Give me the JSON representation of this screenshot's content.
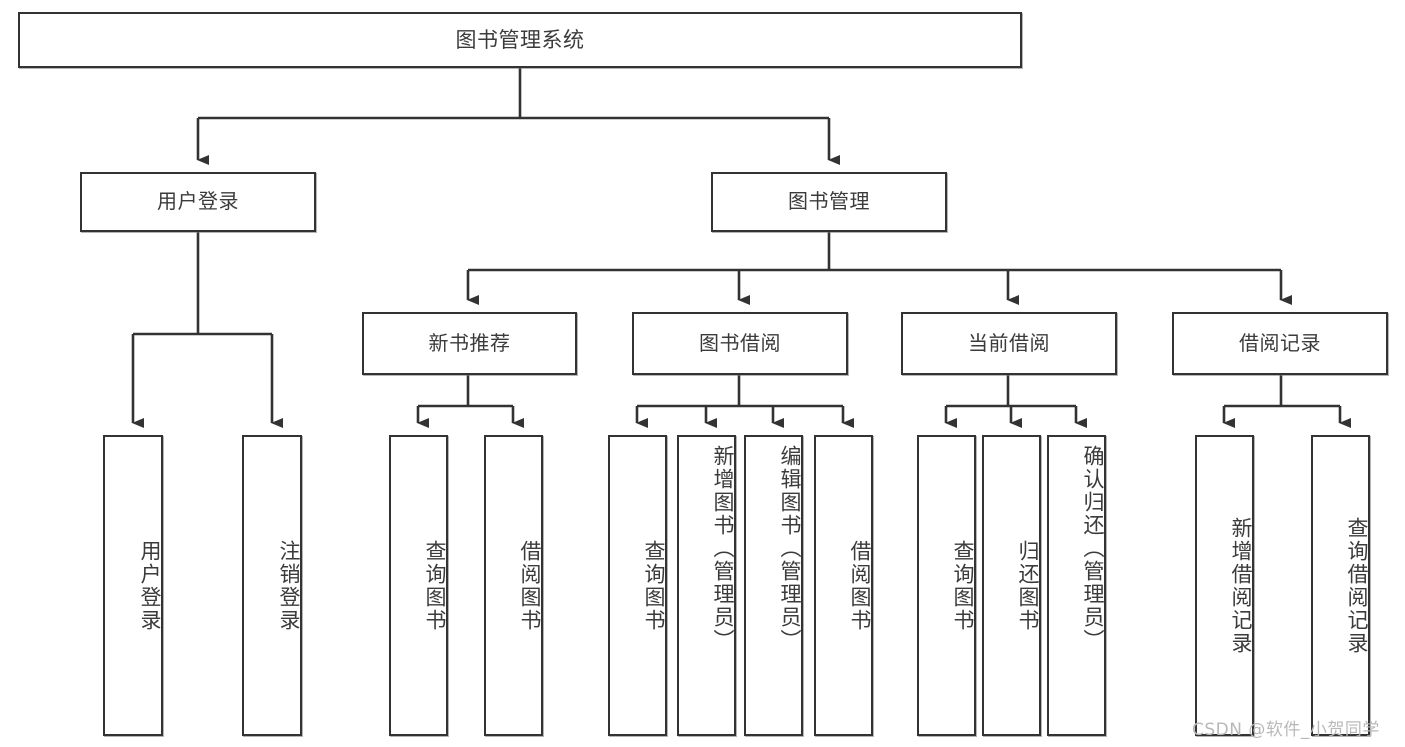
{
  "diagram": {
    "title": "图书管理系统",
    "type": "tree-hierarchy-diagram",
    "colors": {
      "box_border": "#333333",
      "box_fill": "#ffffff",
      "text": "#3b3b3b",
      "connector": "#333333",
      "watermark": "#b9b9b9",
      "background": "#ffffff"
    },
    "root": {
      "label": "图书管理系统"
    },
    "level2": [
      {
        "label": "用户登录"
      },
      {
        "label": "图书管理"
      }
    ],
    "level3": [
      {
        "label": "新书推荐"
      },
      {
        "label": "图书借阅"
      },
      {
        "label": "当前借阅"
      },
      {
        "label": "借阅记录"
      }
    ],
    "leaves_user_login": [
      {
        "label": "用户登录"
      },
      {
        "label": "注销登录"
      }
    ],
    "leaves_new_book": [
      {
        "label": "查询图书"
      },
      {
        "label": "借阅图书"
      }
    ],
    "leaves_borrow": [
      {
        "label": "查询图书"
      },
      {
        "label": "新增图书（管理员）"
      },
      {
        "label": "编辑图书（管理员）"
      },
      {
        "label": "借阅图书"
      }
    ],
    "leaves_current": [
      {
        "label": "查询图书"
      },
      {
        "label": "归还图书"
      },
      {
        "label": "确认归还（管理员）"
      }
    ],
    "leaves_records": [
      {
        "label": "新增借阅记录"
      },
      {
        "label": "查询借阅记录"
      }
    ]
  },
  "watermark": {
    "text": "CSDN @软件_小贺同学"
  }
}
